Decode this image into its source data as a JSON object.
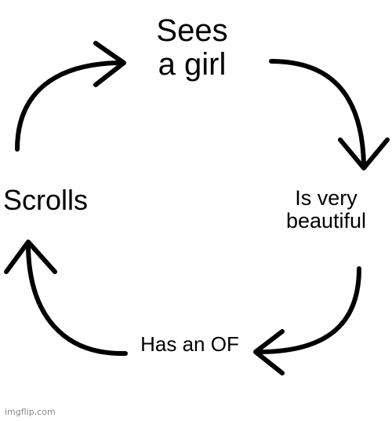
{
  "nodes": {
    "top": {
      "lines": [
        "Sees",
        "a girl"
      ]
    },
    "right": {
      "lines": [
        "Is very",
        "beautiful"
      ]
    },
    "bottom": {
      "lines": [
        "Has an OF"
      ]
    },
    "left": {
      "lines": [
        "Scrolls"
      ]
    }
  },
  "watermark": "imgflip.com",
  "colors": {
    "background": "#ffffff",
    "text": "#000000",
    "arrow": "#000000",
    "watermark": "#8a8a8a"
  }
}
